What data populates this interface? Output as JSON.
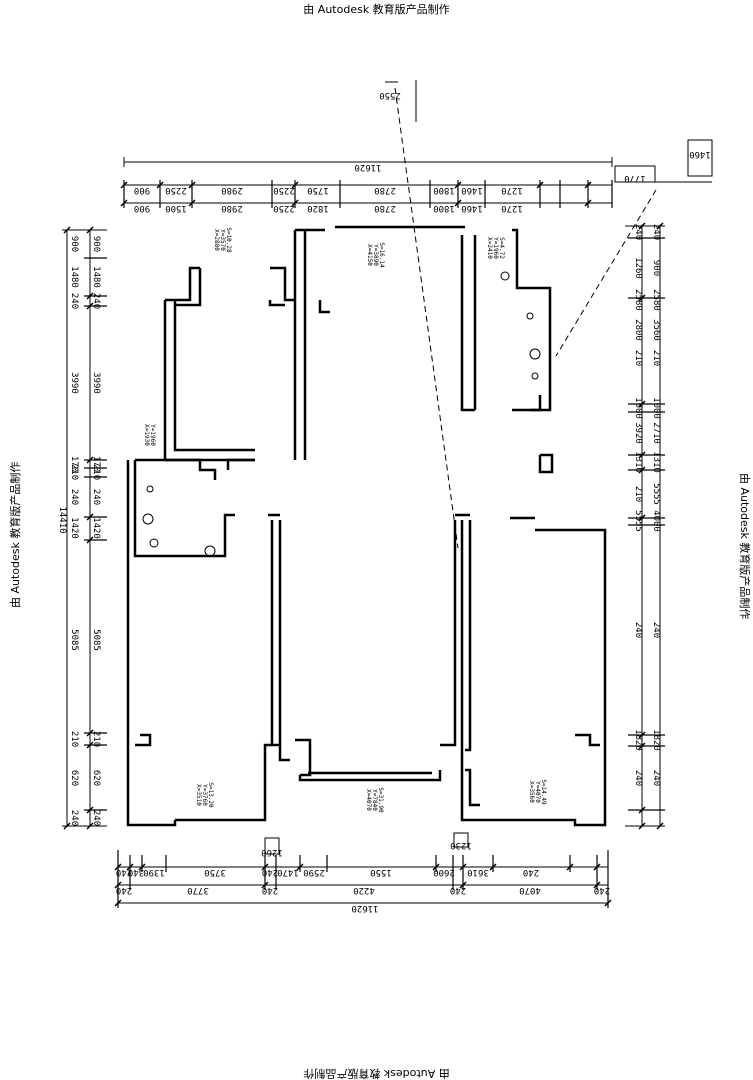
{
  "watermark": {
    "text": "由 Autodesk 教育版产品制作"
  },
  "dimensions": {
    "top_total": "11620",
    "top_row1": [
      "900",
      "2250",
      "2980",
      "2250",
      "1750",
      "2780",
      "1800",
      "1460",
      "1270"
    ],
    "top_row2": [
      "900",
      "1500",
      "2980",
      "2250",
      "1820",
      "2780",
      "1800",
      "1460",
      "1270"
    ],
    "top_box_upper": "1460",
    "top_box_lower": "1770",
    "top_small": "2550",
    "left_total": "14410",
    "left_outer": [
      "900",
      "1480",
      "240",
      "3990",
      "170",
      "210",
      "240",
      "1420",
      "5085",
      "210",
      "620",
      "240"
    ],
    "left_inner": [
      "900",
      "1480",
      "240",
      "3990",
      "170",
      "210",
      "240",
      "1420",
      "5085",
      "210",
      "620",
      "240"
    ],
    "right_outer": [
      "240",
      "1260",
      "2580",
      "2800",
      "210",
      "1000",
      "3920",
      "1310",
      "210",
      "5555",
      "240",
      "1820",
      "240"
    ],
    "right_inner": [
      "240",
      "900",
      "2580",
      "3560",
      "210",
      "1000",
      "2710",
      "1310",
      "5555",
      "4000",
      "240",
      "1820",
      "240"
    ],
    "bottom_total": "11620",
    "bottom_row1": [
      "240",
      "340",
      "1390",
      "3750",
      "240",
      "1470",
      "2590",
      "1550",
      "2600",
      "3610",
      "240"
    ],
    "bottom_row2": [
      "240",
      "3770",
      "240",
      "4220",
      "240",
      "4070",
      "240"
    ],
    "bottom_small_left": "1260",
    "bottom_small_right": "1230"
  },
  "rooms": {
    "top_left": [
      "X=2880",
      "Y=3570",
      "S=10.28"
    ],
    "top_center": [
      "X=4150",
      "Y=3890",
      "S=16.14"
    ],
    "top_right": [
      "X=2410",
      "Y=1960",
      "S=4.72"
    ],
    "left_small": [
      "X=1930",
      "Y=1960"
    ],
    "bottom_left": [
      "X=3510",
      "Y=3760",
      "S=13.20"
    ],
    "bottom_center": [
      "X=4070",
      "Y=7840",
      "S=31.90"
    ],
    "bottom_right": [
      "X=3560",
      "Y=4070",
      "S=14.49"
    ]
  }
}
